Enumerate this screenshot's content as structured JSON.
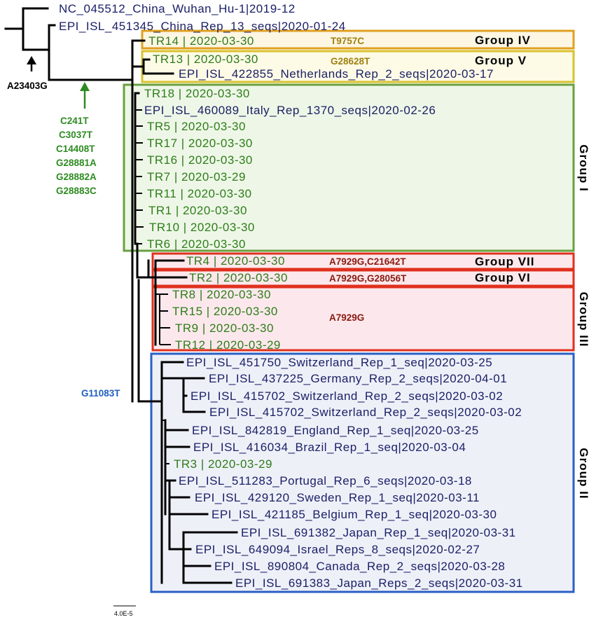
{
  "colors": {
    "leaf_reference": "#1a1f66",
    "leaf_sample": "#2e7d1a",
    "group_iv": "#e0a020",
    "group_v": "#d9c22e",
    "group_i": "#6aa040",
    "group_vii_vi_iii": "#e0301e",
    "group_ii": "#2a5fc4",
    "mut_iv_v": "#a08010",
    "mut_red": "#8b1a10",
    "mut_green": "#2e8b22",
    "mut_blue": "#1f5fbf"
  },
  "groups": {
    "iv": "Group IV",
    "v": "Group V",
    "i": "Group I",
    "vii": "Group VII",
    "vi": "Group VI",
    "iii": "Group III",
    "ii": "Group II"
  },
  "mutations": {
    "iv": "T9757C",
    "v": "G28628T",
    "vii": "A7929G,C21642T",
    "vi": "A7929G,G28056T",
    "iii": "A7929G",
    "root": "A23403G",
    "green_list": [
      "C241T",
      "C3037T",
      "C14408T",
      "G28881A",
      "G28882A",
      "G28883C"
    ],
    "ii": "G11083T"
  },
  "leaves": {
    "nc": "NC_045512_China_Wuhan_Hu-1|2019-12",
    "epi451345": "EPI_ISL_451345_China_Rep_13_seqs|2020-01-24",
    "tr14": "TR14 | 2020-03-30",
    "tr13": "TR13 | 2020-03-30",
    "epi422855": "EPI_ISL_422855_Netherlands_Rep_2_seqs|2020-03-17",
    "tr18": "TR18 | 2020-03-30",
    "epi460089": "EPI_ISL_460089_Italy_Rep_1370_seqs|2020-02-26",
    "tr5": "TR5 | 2020-03-30",
    "tr17": "TR17 | 2020-03-30",
    "tr16": "TR16 | 2020-03-30",
    "tr7": "TR7 | 2020-03-29",
    "tr11": "TR11 | 2020-03-30",
    "tr1": "TR1 | 2020-03-30",
    "tr10": "TR10 | 2020-03-30",
    "tr6": "TR6 | 2020-03-30",
    "tr4": "TR4 | 2020-03-30",
    "tr2": "TR2 | 2020-03-30",
    "tr8": "TR8 | 2020-03-30",
    "tr15": "TR15 | 2020-03-30",
    "tr9": "TR9 | 2020-03-30",
    "tr12": "TR12 | 2020-03-29",
    "epi451750": "EPI_ISL_451750_Switzerland_Rep_1_seq|2020-03-25",
    "epi437225": "EPI_ISL_437225_Germany_Rep_2_seqs|2020-04-01",
    "epi415702a": "EPI_ISL_415702_Switzerland_Rep_2_seqs|2020-03-02",
    "epi415702b": "EPI_ISL_415702_Switzerland_Rep_2_seqs|2020-03-02",
    "epi842819": "EPI_ISL_842819_England_Rep_1_seq|2020-03-25",
    "epi416034": "EPI_ISL_416034_Brazil_Rep_1_seq|2020-03-04",
    "tr3": "TR3 | 2020-03-29",
    "epi511283": "EPI_ISL_511283_Portugal_Rep_6_seqs|2020-03-18",
    "epi429120": "EPI_ISL_429120_Sweden_Rep_1_seq|2020-03-11",
    "epi421185": "EPI_ISL_421185_Belgium_Rep_1_seq|2020-03-30",
    "epi691382": "EPI_ISL_691382_Japan_Rep_1_seq|2020-03-31",
    "epi649094": "EPI_ISL_649094_Israel_Reps_8_seqs|2020-02-27",
    "epi890804": "EPI_ISL_890804_Canada_Rep_2_seqs|2020-03-28",
    "epi691383": "EPI_ISL_691383_Japan_Reps_2_seqs|2020-03-31"
  },
  "scale_bar": "4.0E-5"
}
